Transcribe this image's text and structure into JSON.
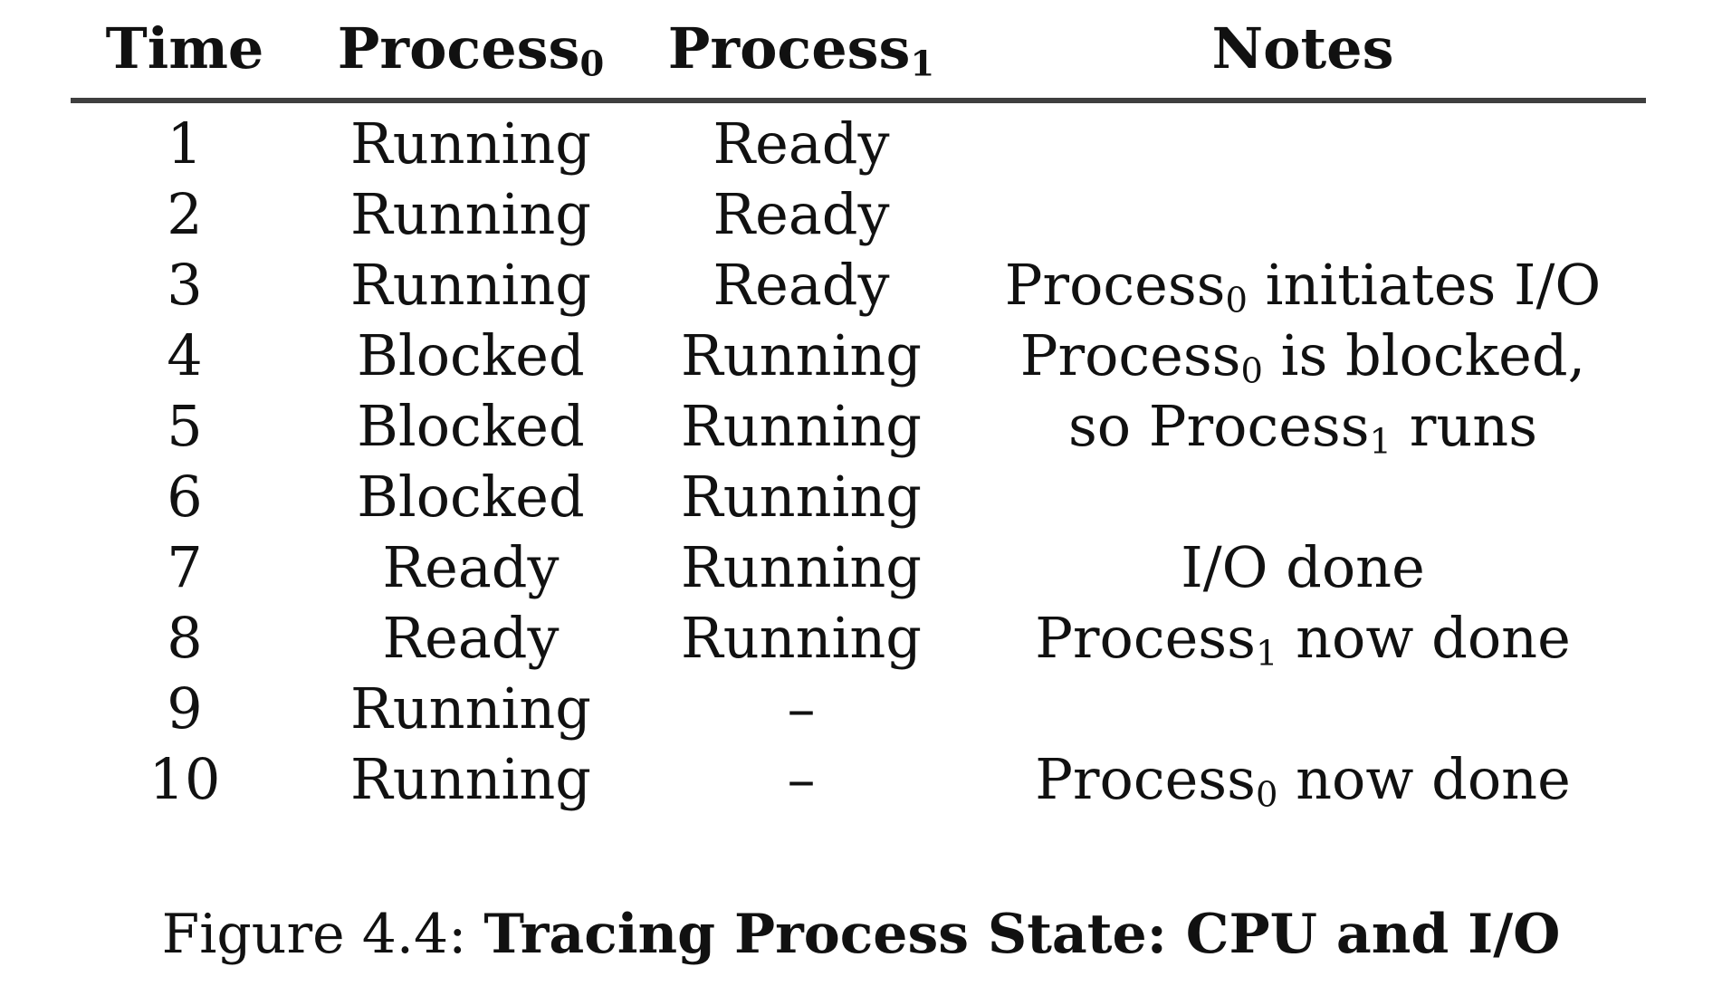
{
  "figure": {
    "table": {
      "headers": [
        "Time",
        "Process₀",
        "Process₁",
        "Notes"
      ],
      "rows": [
        {
          "time": "1",
          "process0": "Running",
          "process1": "Ready",
          "note": ""
        },
        {
          "time": "2",
          "process0": "Running",
          "process1": "Ready",
          "note": ""
        },
        {
          "time": "3",
          "process0": "Running",
          "process1": "Ready",
          "note": "Process₀ initiates I/O"
        },
        {
          "time": "4",
          "process0": "Blocked",
          "process1": "Running",
          "note": "Process₀ is blocked,"
        },
        {
          "time": "5",
          "process0": "Blocked",
          "process1": "Running",
          "note": "so Process₁ runs"
        },
        {
          "time": "6",
          "process0": "Blocked",
          "process1": "Running",
          "note": ""
        },
        {
          "time": "7",
          "process0": "Ready",
          "process1": "Running",
          "note": "I/O done"
        },
        {
          "time": "8",
          "process0": "Ready",
          "process1": "Running",
          "note": "Process₁ now done"
        },
        {
          "time": "9",
          "process0": "Running",
          "process1": "–",
          "note": ""
        },
        {
          "time": "10",
          "process0": "Running",
          "process1": "–",
          "note": "Process₀ now done"
        }
      ]
    },
    "caption": {
      "prefix": "Figure 4.4: ",
      "title": "Tracing Process State: CPU and I/O"
    },
    "colors": {
      "background": "#ffffff",
      "text": "#111111",
      "rule": "#3f3f3f"
    }
  }
}
